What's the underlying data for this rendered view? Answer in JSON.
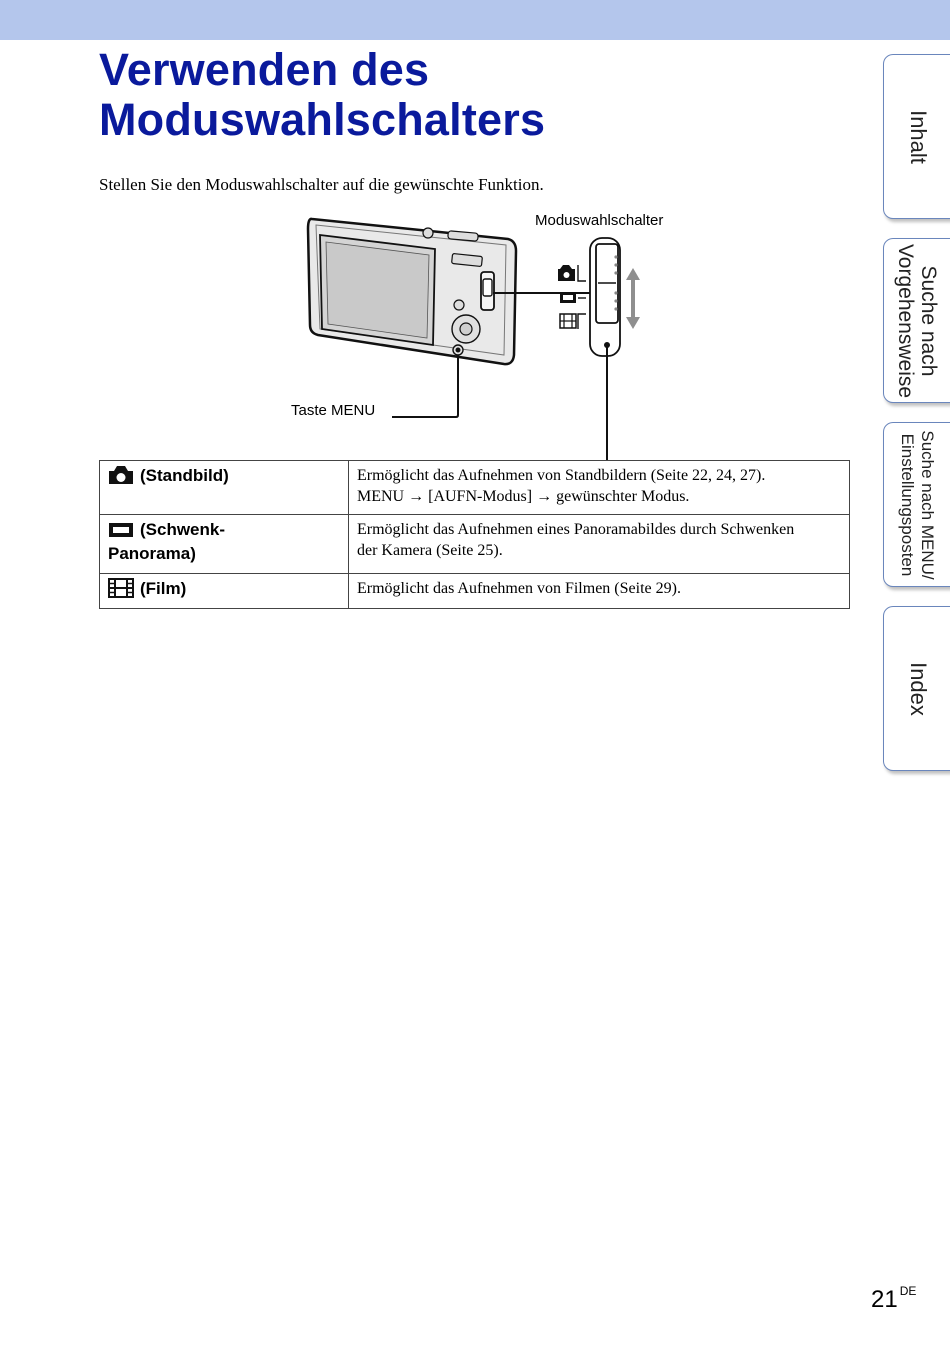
{
  "header": {
    "band_color": "#b4c6ec"
  },
  "title": {
    "line1": "Verwenden des",
    "line2": "Moduswahlschalters",
    "color": "#0a1a9c"
  },
  "intro": "Stellen Sie den Moduswahlschalter auf die gewünschte Funktion.",
  "figure": {
    "label_mode_switch": "Moduswahlschalter",
    "label_menu_button": "Taste MENU",
    "switch_icons": [
      "camera-icon",
      "panorama-icon",
      "film-icon"
    ]
  },
  "modes": [
    {
      "icon": "camera-icon",
      "name": "(Standbild)",
      "line1": "Ermöglicht das Aufnehmen von Standbildern (Seite 22, 24, 27).",
      "line2": "MENU → [AUFN-Modus] → gewünschter Modus."
    },
    {
      "icon": "panorama-icon",
      "name_line1": "(Schwenk-",
      "name_line2": "Panorama)",
      "line1": "Ermöglicht das Aufnehmen eines Panoramabildes durch Schwenken",
      "line2": "der Kamera (Seite 25)."
    },
    {
      "icon": "film-icon",
      "name": "(Film)",
      "line1": "Ermöglicht das Aufnehmen von Filmen (Seite 29)."
    }
  ],
  "tabs": {
    "contents": "Inhalt",
    "operation_line1": "Suche nach",
    "operation_line2": "Vorgehensweise",
    "menu_line1": "Suche nach MENU/",
    "menu_line2": "Einstellungsposten",
    "index": "Index"
  },
  "page": {
    "number": "21",
    "lang": "DE"
  }
}
